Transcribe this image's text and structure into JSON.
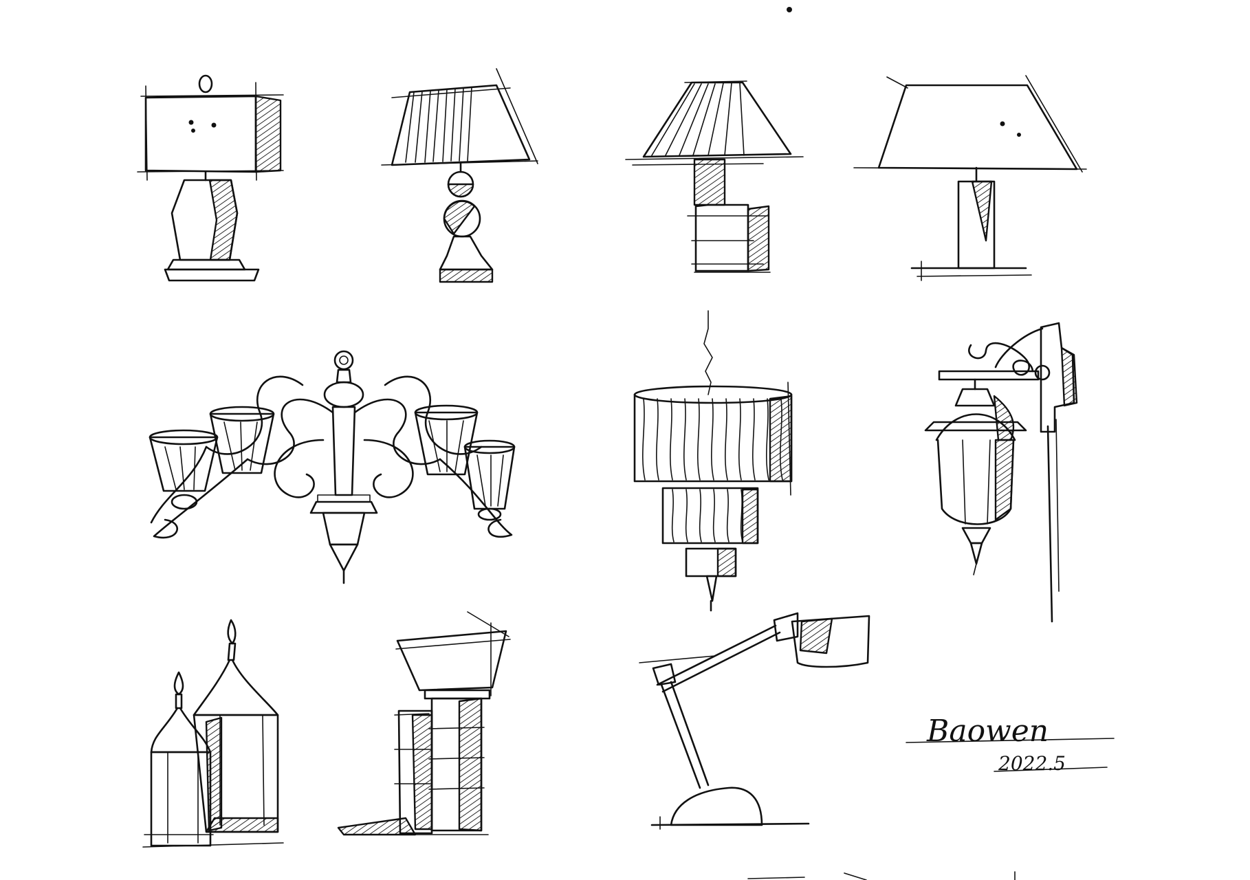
{
  "sheet": {
    "background": "#ffffff",
    "ink_color": "#111111",
    "signature": "Baowen",
    "date": "2022.5"
  },
  "sketches": [
    {
      "name": "table-lamp-box-shade"
    },
    {
      "name": "table-lamp-tapered-shade-orb-base"
    },
    {
      "name": "table-lamp-cone-shade-block-base"
    },
    {
      "name": "table-lamp-cone-shade-slim-stand"
    },
    {
      "name": "chandelier-six-arm"
    },
    {
      "name": "pendant-lamp-three-tier"
    },
    {
      "name": "wall-lantern-scroll-bracket"
    },
    {
      "name": "lantern-pair-pointed-roofs"
    },
    {
      "name": "column-lamp-square-shade"
    },
    {
      "name": "desk-lamp-adjustable-arm"
    }
  ]
}
